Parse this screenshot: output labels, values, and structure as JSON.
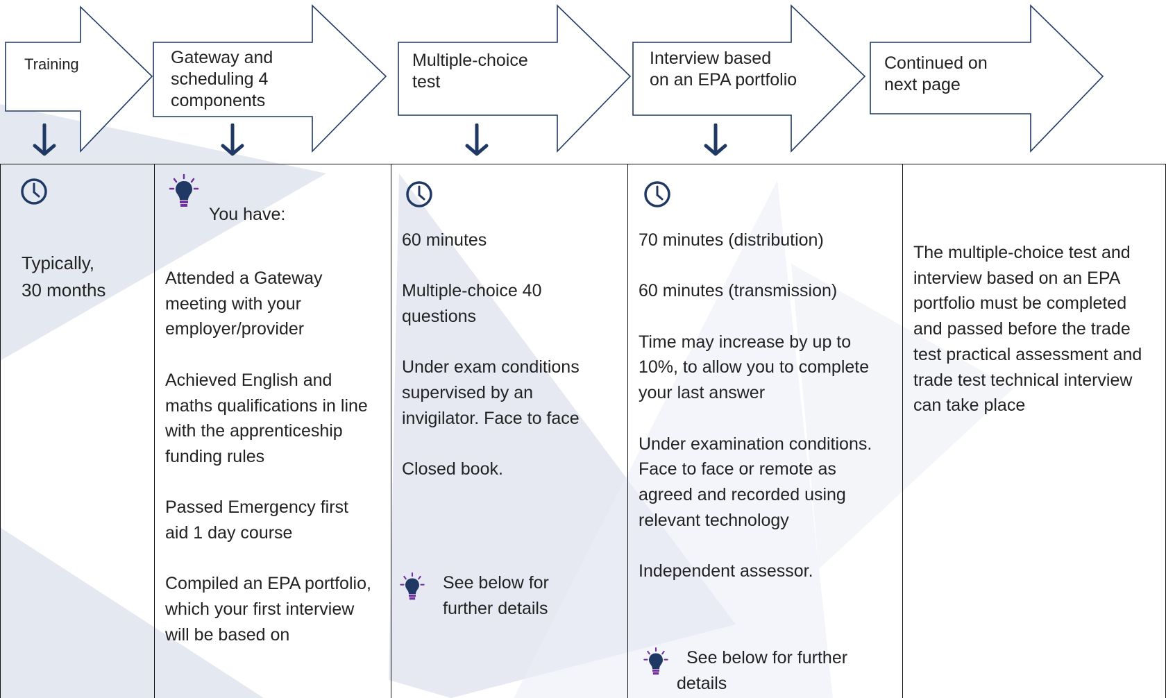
{
  "flow": {
    "steps": [
      {
        "label": "Training"
      },
      {
        "label": "Gateway and\nscheduling 4\ncomponents"
      },
      {
        "label": "Multiple-choice\ntest"
      },
      {
        "label": "Interview based\non an EPA portfolio"
      },
      {
        "label": "Continued on\nnext page"
      }
    ]
  },
  "columns": {
    "training": {
      "icon": "clock-icon",
      "duration": "Typically,\n30 months"
    },
    "gateway": {
      "icon": "lightbulb-icon",
      "intro": "You have:",
      "items": [
        "Attended a Gateway meeting with your employer/provider",
        "Achieved English and maths qualifications in line with the apprenticeship funding rules",
        "Passed Emergency first aid 1 day course",
        "Compiled an EPA portfolio, which your first interview will be based on"
      ]
    },
    "mcq": {
      "icon": "clock-icon",
      "items": [
        "60 minutes",
        "Multiple-choice 40 questions",
        "Under exam conditions supervised by an invigilator. Face to face",
        "Closed book."
      ],
      "tip": "See below for further details"
    },
    "interview": {
      "icon": "clock-icon",
      "items": [
        "70 minutes (distribution)",
        "60 minutes (transmission)",
        "Time may increase by up to 10%, to allow you to complete your last answer",
        "Under examination conditions. Face to face or remote as agreed and recorded using relevant technology",
        "Independent assessor."
      ],
      "tip": "See below for further details"
    },
    "continued": {
      "note": "The multiple-choice test and interview based on an EPA portfolio must be completed and passed before the trade test practical assessment and trade test technical interview can take place"
    }
  },
  "colors": {
    "arrow_stroke": "#1f3864",
    "down_arrow": "#1f3864",
    "clock": "#1f3864",
    "bulb": "#7030a0",
    "watermark": "#e3e7f0"
  }
}
